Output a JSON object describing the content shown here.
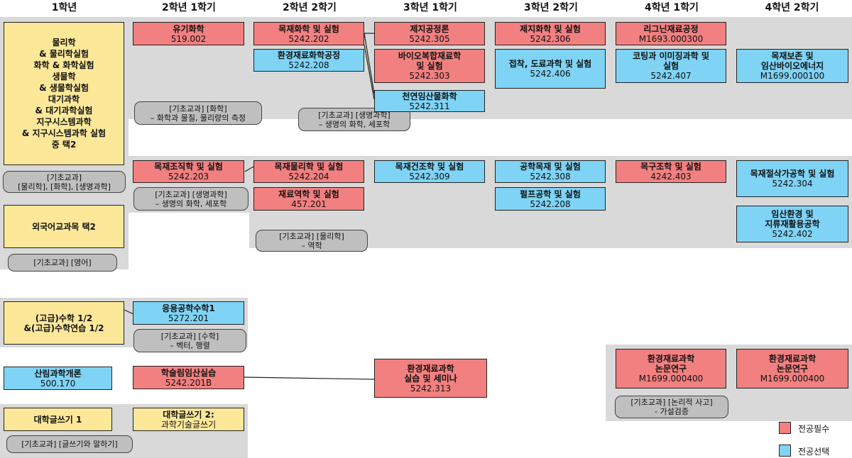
{
  "headers": [
    "1학년",
    "2학년 1학기",
    "2학년 2학기",
    "3학년 1학기",
    "3학년 2학기",
    "4학년 1학기",
    "4학년 2학기"
  ],
  "courses": [
    {
      "id": "c_phys_chem",
      "type": "gen",
      "lines": [
        "물리학",
        "& 물리학실험",
        "화학 & 화학실험",
        "생물학",
        "& 생물학실험",
        "대기과학",
        "& 대기과학실험",
        "지구시스템과학",
        "& 지구시스템과학 실험",
        "중 택2"
      ]
    },
    {
      "id": "c_foreign",
      "type": "gen",
      "lines": [
        "외국어교과목 택2"
      ]
    },
    {
      "id": "c_math",
      "type": "gen",
      "lines": [
        "(고급)수학 1/2",
        "&(고급)수학연습 1/2"
      ]
    },
    {
      "id": "c_forest_intro",
      "type": "sel",
      "lines": [
        "산림과학개론"
      ],
      "code": "500.170"
    },
    {
      "id": "c_writing1",
      "type": "gen",
      "lines": [
        "대학글쓰기 1"
      ]
    },
    {
      "id": "c_organic",
      "type": "req",
      "lines": [
        "유기화학"
      ],
      "code": "519.002"
    },
    {
      "id": "c_wood_anat",
      "type": "req",
      "lines": [
        "목재조직학 및 실험"
      ],
      "code": "5242.203"
    },
    {
      "id": "c_applied_math",
      "type": "sel",
      "lines": [
        "응용공학수학1"
      ],
      "code": "5272.201"
    },
    {
      "id": "c_academic_field",
      "type": "req",
      "lines": [
        "학술림임산실습"
      ],
      "code": "5242.201B"
    },
    {
      "id": "c_writing2",
      "type": "gen",
      "lines": [
        "대학글쓰기 2:"
      ],
      "sub": "과학기술글쓰기"
    },
    {
      "id": "c_wood_chem",
      "type": "req",
      "lines": [
        "목재화학 및 실험"
      ],
      "code": "5242.202"
    },
    {
      "id": "c_env_chem_eng",
      "type": "sel",
      "lines": [
        "환경재료화학공정"
      ],
      "code": "5242.208"
    },
    {
      "id": "c_wood_phys",
      "type": "req",
      "lines": [
        "목재물리학 및 실험"
      ],
      "code": "5242.204"
    },
    {
      "id": "c_mech",
      "type": "req",
      "lines": [
        "재료역학 및 실험"
      ],
      "code": "457.201"
    },
    {
      "id": "c_papermaking",
      "type": "req",
      "lines": [
        "제지공정론"
      ],
      "code": "5242.305"
    },
    {
      "id": "c_bio_composite",
      "type": "req",
      "lines": [
        "바이오복합재료학",
        "및 실험"
      ],
      "code": "5242.303"
    },
    {
      "id": "c_natural_chem",
      "type": "sel",
      "lines": [
        "천연임산물화학"
      ],
      "code": "5242.311"
    },
    {
      "id": "c_wood_build",
      "type": "sel",
      "lines": [
        "목재건조학 및 실험"
      ],
      "code": "5242.309"
    },
    {
      "id": "c_env_seminar",
      "type": "req",
      "lines": [
        "환경재료과학",
        "실습 및 세미나"
      ],
      "code": "5242.313"
    },
    {
      "id": "c_paper_chem",
      "type": "req",
      "lines": [
        "제지화학 및 실험"
      ],
      "code": "5242.306"
    },
    {
      "id": "c_adhesion",
      "type": "sel",
      "lines": [
        "접착, 도료과학 및 실험"
      ],
      "code": "5242.406"
    },
    {
      "id": "c_eng_wood",
      "type": "sel",
      "lines": [
        "공학목재 및 실험"
      ],
      "code": "5242.308"
    },
    {
      "id": "c_pulp",
      "type": "sel",
      "lines": [
        "펄프공학 및 실험"
      ],
      "code": "5242.208"
    },
    {
      "id": "c_lignin",
      "type": "req",
      "lines": [
        "리그닌재료공정"
      ],
      "code": "M1693.000300"
    },
    {
      "id": "c_coating",
      "type": "sel",
      "lines": [
        "코팅과 이미징과학 및",
        "실험"
      ],
      "code": "5242.407"
    },
    {
      "id": "c_wood_struct",
      "type": "req",
      "lines": [
        "목구조학 및 실험"
      ],
      "code": "4242.403"
    },
    {
      "id": "c_thesis1",
      "type": "req",
      "lines": [
        "환경재료과학",
        "논문연구"
      ],
      "code": "M1699.000400"
    },
    {
      "id": "c_wood_preserve",
      "type": "sel",
      "lines": [
        "목재보존 및",
        "임산바이오에너지"
      ],
      "code": "M1699.000100"
    },
    {
      "id": "c_wood_cutting",
      "type": "sel",
      "lines": [
        "목재절삭가공학 및 실험"
      ],
      "code": "5242.304"
    },
    {
      "id": "c_env_recycle",
      "type": "sel",
      "lines": [
        "임산환경 및",
        "지류재활용공학"
      ],
      "code": "5242.402"
    },
    {
      "id": "c_thesis2",
      "type": "req",
      "lines": [
        "환경재료과학",
        "논문연구"
      ],
      "code": "M1699.000400"
    }
  ],
  "notes": [
    {
      "id": "n_basic_multi",
      "lines": [
        "[기초교과]",
        "[물리학], [화학], [생명과학]"
      ]
    },
    {
      "id": "n_basic_english",
      "lines": [
        "[기초교과] [영어]"
      ]
    },
    {
      "id": "n_basic_writing",
      "lines": [
        "[기초교과] [글쓰기와 말하기]"
      ]
    },
    {
      "id": "n_basic_chem",
      "lines": [
        "[기초교과] [화학]",
        "– 화학과 물질, 물리량의 측정"
      ]
    },
    {
      "id": "n_basic_bio2",
      "lines": [
        "[기초교과] [생명과학]",
        "– 생명의 화학, 세포학"
      ]
    },
    {
      "id": "n_basic_math",
      "lines": [
        "[기초교과] [수학]",
        "– 벡터, 행렬"
      ]
    },
    {
      "id": "n_basic_bio",
      "lines": [
        "[기초교과] [생명과학]",
        "– 생명의 화학, 세포학"
      ]
    },
    {
      "id": "n_basic_phys",
      "lines": [
        "[기초교과] [물리학]",
        "– 역학"
      ]
    },
    {
      "id": "n_basic_logic",
      "lines": [
        "[기초교과] [논리적 사고]",
        "- 가설검증"
      ]
    }
  ],
  "legend": [
    {
      "label": "전공필수",
      "color": "#f28080"
    },
    {
      "label": "전공선택",
      "color": "#7fd3f5"
    }
  ],
  "colors": {
    "required": "#f28080",
    "elective": "#7fd3f5",
    "general": "#fde89a",
    "band": "#d9d9d9",
    "note": "#bfbfbf"
  }
}
